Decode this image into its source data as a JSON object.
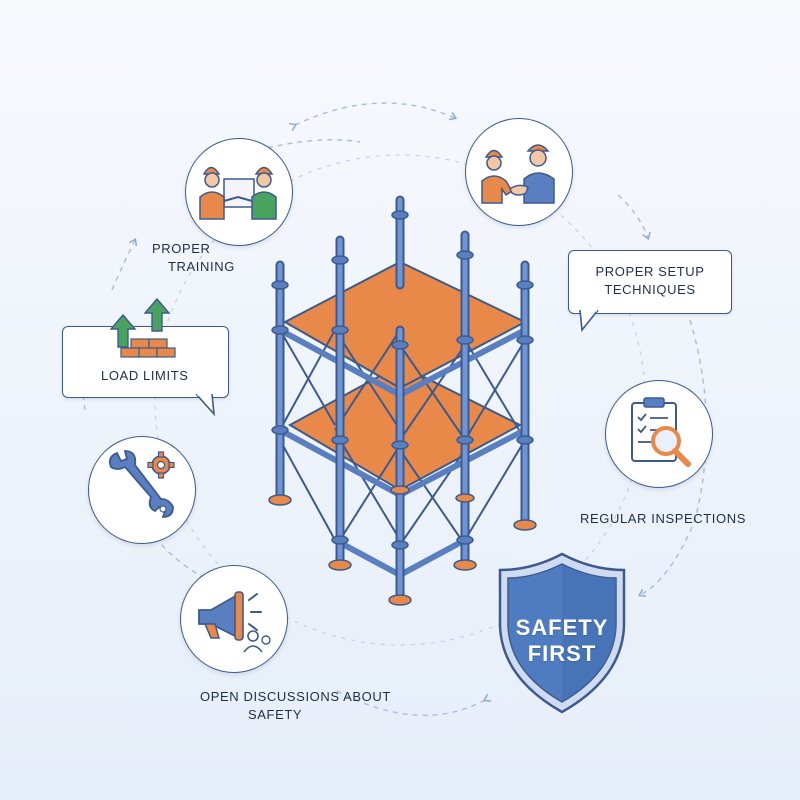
{
  "steps": {
    "proper_training": [
      "PROPER",
      "TRAINING"
    ],
    "proper_setup": [
      "PROPER SETUP",
      "TECHNIQUES"
    ],
    "load_limits": "LOAD LIMITS",
    "regular_inspections": "REGULAR INSPECTIONS",
    "open_discussions": [
      "OPEN DISCUSSIONS ABOUT",
      "SAFETY"
    ]
  },
  "shield": [
    "SAFETY",
    "FIRST"
  ],
  "icons": [
    "workers-training-icon",
    "handshake-icon",
    "bricks-arrows-icon",
    "clipboard-inspection-icon",
    "wrench-gear-icon",
    "megaphone-icon",
    "safety-shield-icon",
    "scaffolding-icon"
  ],
  "colors": {
    "navy": "#3d5a8f",
    "orange": "#e8894a",
    "steel": "#5a7fc0",
    "green": "#4aa260",
    "shield": "#4f7cc0"
  }
}
